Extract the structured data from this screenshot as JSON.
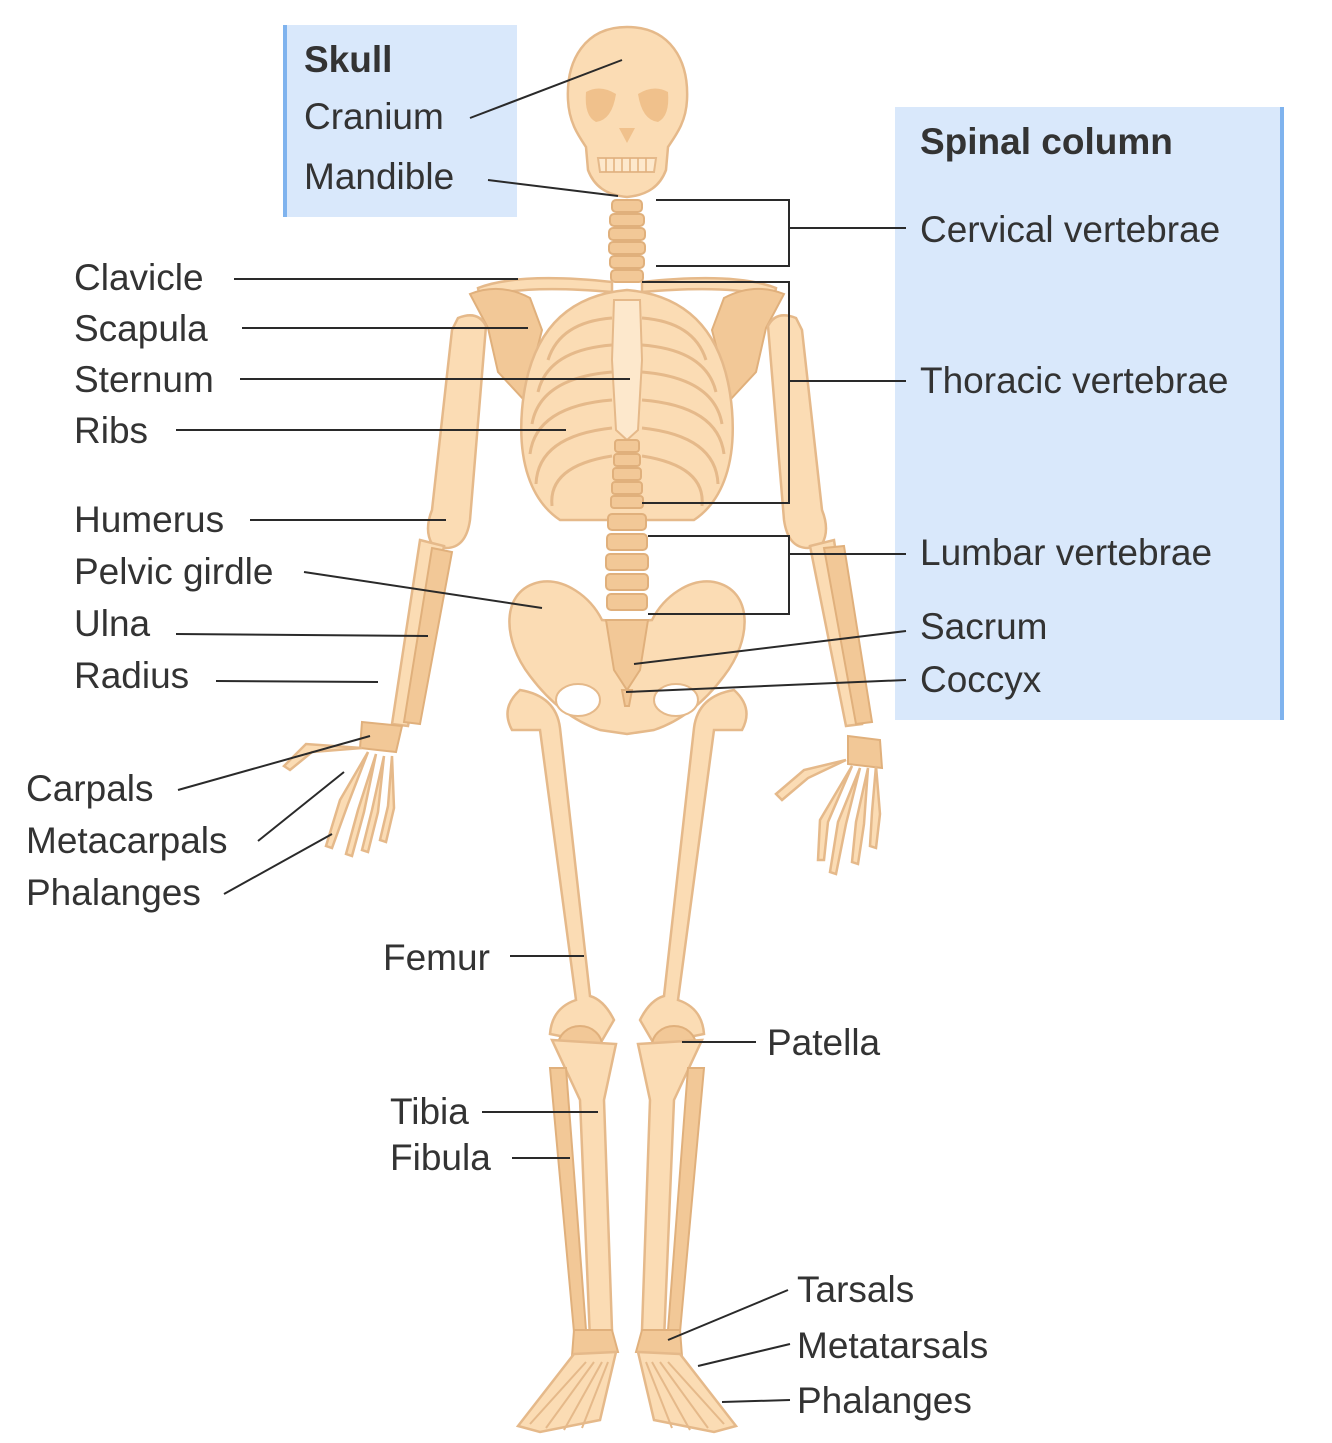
{
  "skull_group": {
    "title": "Skull",
    "items": [
      "Cranium",
      "Mandible"
    ]
  },
  "spine_group": {
    "title": "Spinal column",
    "items": [
      "Cervical vertebrae",
      "Thoracic vertebrae",
      "Lumbar vertebrae",
      "Sacrum",
      "Coccyx"
    ]
  },
  "left_labels": {
    "clavicle": "Clavicle",
    "scapula": "Scapula",
    "sternum": "Sternum",
    "ribs": "Ribs",
    "humerus": "Humerus",
    "pelvic_girdle": "Pelvic girdle",
    "ulna": "Ulna",
    "radius": "Radius",
    "carpals": "Carpals",
    "metacarpals": "Metacarpals",
    "phalanges": "Phalanges"
  },
  "leg_labels": {
    "femur": "Femur",
    "patella": "Patella",
    "tibia": "Tibia",
    "fibula": "Fibula",
    "tarsals": "Tarsals",
    "metatarsals": "Metatarsals",
    "phalanges": "Phalanges"
  },
  "colors": {
    "bone": "#fbdcb4",
    "bone_outline": "#e5b98a",
    "group_box": "#d9e8fb",
    "group_box_edge": "#7fb3ee",
    "label_text": "#333333",
    "leader_line": "#2a2a2a"
  }
}
